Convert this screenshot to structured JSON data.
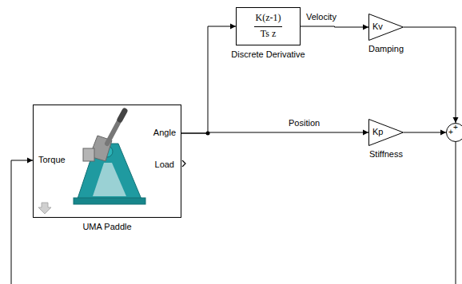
{
  "diagram": {
    "nodes": [
      {
        "text": [
          "Torque",
          "Angle",
          "Load",
          "UMA Paddle"
        ]
      },
      {
        "text": [
          "K(z-1)",
          "Ts z",
          "Discrete Derivative"
        ]
      },
      {
        "text": [
          "Kv",
          "Damping"
        ]
      },
      {
        "text": [
          "Kp",
          "Stiffness"
        ]
      },
      {
        "text": [
          "+",
          "+"
        ]
      }
    ],
    "edges": [
      {
        "from": 0,
        "to": 1,
        "arrow": "to"
      },
      {
        "from": 0,
        "to": 3,
        "label": "Position",
        "arrow": "to"
      },
      {
        "from": 1,
        "to": 2,
        "label": "Velocity",
        "arrow": "to"
      },
      {
        "from": 2,
        "to": 4,
        "arrow": "to"
      },
      {
        "from": 3,
        "to": 4,
        "arrow": "to"
      },
      {
        "from": 4,
        "to": 0,
        "arrow": "to"
      }
    ]
  }
}
